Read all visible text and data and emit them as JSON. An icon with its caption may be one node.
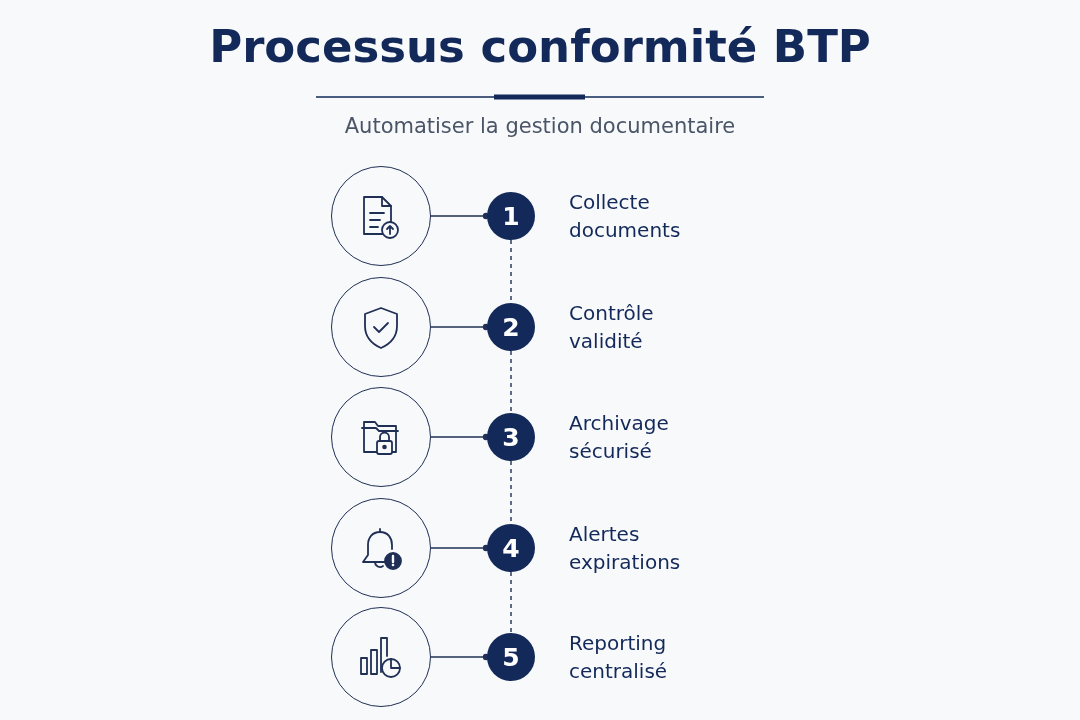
{
  "diagram": {
    "title": "Processus conformité BTP",
    "nodes": [
      {
        "text": [],
        "shape": "circle"
      },
      {
        "text": [
          "1"
        ],
        "beside": [
          "Collecte documents"
        ]
      },
      {
        "text": [],
        "shape": "circle"
      },
      {
        "text": [
          "2"
        ],
        "beside": [
          "Contrôle validité"
        ]
      },
      {
        "text": [],
        "shape": "circle"
      },
      {
        "text": [
          "3"
        ],
        "beside": [
          "Archivage sécurisé"
        ]
      },
      {
        "text": [],
        "shape": "circle"
      },
      {
        "text": [
          "4"
        ],
        "beside": [
          "Alertes expirations"
        ]
      },
      {
        "text": [],
        "shape": "circle"
      },
      {
        "text": [
          "5"
        ],
        "beside": [
          "Reporting centralisé"
        ]
      }
    ],
    "edges": [
      {
        "from": 0,
        "to": 1,
        "arrow": "other"
      },
      {
        "from": 1,
        "to": 3,
        "arrow": "none",
        "style": "dashed"
      },
      {
        "from": 2,
        "to": 3,
        "arrow": "other"
      },
      {
        "from": 3,
        "to": 5,
        "arrow": "none",
        "style": "dashed"
      },
      {
        "from": 4,
        "to": 5,
        "arrow": "other"
      },
      {
        "from": 5,
        "to": 7,
        "arrow": "none",
        "style": "dashed"
      },
      {
        "from": 6,
        "to": 7,
        "arrow": "other"
      },
      {
        "from": 7,
        "to": 9,
        "arrow": "none",
        "style": "dashed"
      },
      {
        "from": 8,
        "to": 9,
        "arrow": "other"
      }
    ],
    "labels": [
      "Automatiser la gestion documentaire"
    ]
  }
}
